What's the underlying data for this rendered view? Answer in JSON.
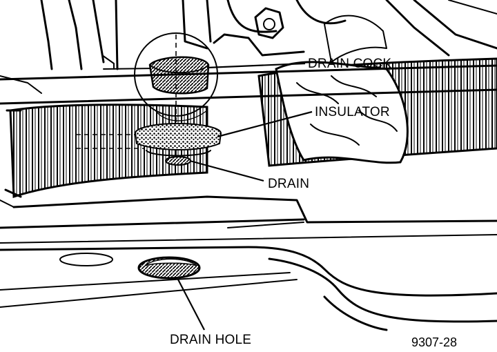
{
  "labels": {
    "drain_cock": "DRAIN COCK",
    "insulator": "INSULATOR",
    "drain": "DRAIN",
    "drain_hole": "DRAIN HOLE"
  },
  "figure_number": "9307-28"
}
